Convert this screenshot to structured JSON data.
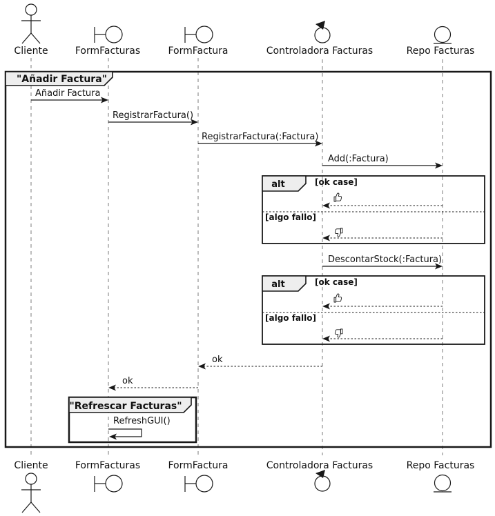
{
  "diagram": {
    "kind": "UML sequence diagram",
    "main_frame": {
      "title": "\"Añadir Factura\""
    },
    "group_frame": {
      "title": "\"Refrescar Facturas\""
    },
    "participants": {
      "cliente": {
        "label": "Cliente",
        "icon": "actor"
      },
      "form_facturas": {
        "label": "FormFacturas",
        "icon": "boundary"
      },
      "form_factura": {
        "label": "FormFactura",
        "icon": "boundary"
      },
      "controladora_facturas": {
        "label": "Controladora Facturas",
        "icon": "control"
      },
      "repo_facturas": {
        "label": "Repo Facturas",
        "icon": "entity"
      }
    },
    "messages": {
      "anadir_factura": "Añadir Factura",
      "registrar_factura": "RegistrarFactura()",
      "registrar_factura_arg": "RegistrarFactura(:Factura)",
      "add_factura": "Add(:Factura)",
      "descontar_stock": "DescontarStock(:Factura)",
      "ok_reply_1": "ok",
      "ok_reply_2": "ok",
      "refresh_gui": "RefreshGUI()"
    },
    "alt_frame_1": {
      "operator": "alt",
      "guard_ok": "[ok case]",
      "guard_fail": "[algo fallo]",
      "ok_icon": "thumbs-up",
      "fail_icon": "thumbs-down"
    },
    "alt_frame_2": {
      "operator": "alt",
      "guard_ok": "[ok case]",
      "guard_fail": "[algo fallo]",
      "ok_icon": "thumbs-up",
      "fail_icon": "thumbs-down"
    },
    "colors": {
      "participant_fill": "#E2E2F0",
      "frame_tab_fill": "#EEEEEE",
      "line": "#181818"
    }
  }
}
